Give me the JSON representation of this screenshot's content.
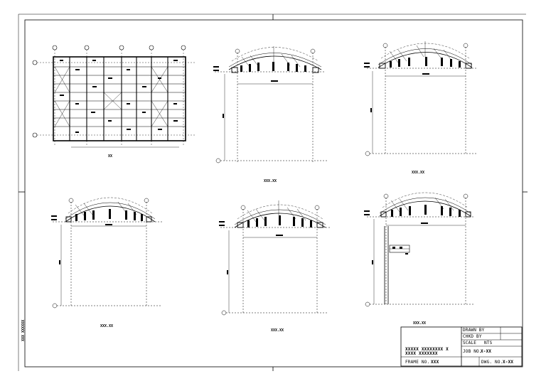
{
  "sheet": {
    "paper_color": "#ffffff",
    "line_color": "#000000",
    "side_label": "XXX XXXXXX"
  },
  "views": {
    "plan_label": "XX",
    "section_1_label": "XXX.XX",
    "section_2_label": "XXX.XX",
    "section_3_label": "XXX.XX",
    "section_4_label": "XXX.XX",
    "section_5_label": "XXX.XX"
  },
  "title_block": {
    "drawn_by_label": "DRAWN BY",
    "checked_by_label": "CHKD BY",
    "scale_label": "SCALE",
    "scale_value": "NTS",
    "drawing_title_line1": "XXXXX XXXXXXXX X",
    "drawing_title_line2": "XXXX XXXXXXX",
    "job_no_label": "JOB NO.",
    "job_no_value": "X-XX",
    "frame_no_label": "FRAME NO.",
    "frame_no_value": "XXX",
    "dwg_no_label": "DWG. NO.",
    "dwg_no_value": "X-XX"
  }
}
